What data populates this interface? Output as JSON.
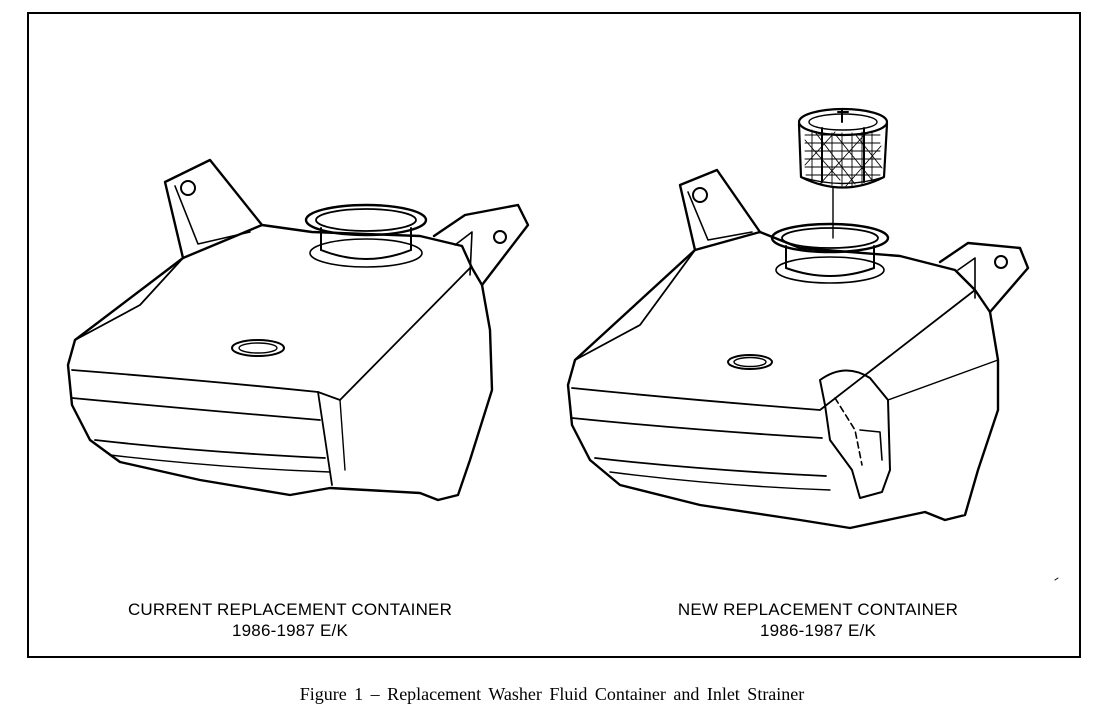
{
  "figure": {
    "left_label": {
      "line1": "CURRENT REPLACEMENT CONTAINER",
      "line2": "1986-1987 E/K"
    },
    "right_label": {
      "line1": "NEW REPLACEMENT CONTAINER",
      "line2": "1986-1987 E/K"
    },
    "caption": "Figure 1 – Replacement Washer Fluid Container and Inlet Strainer"
  }
}
